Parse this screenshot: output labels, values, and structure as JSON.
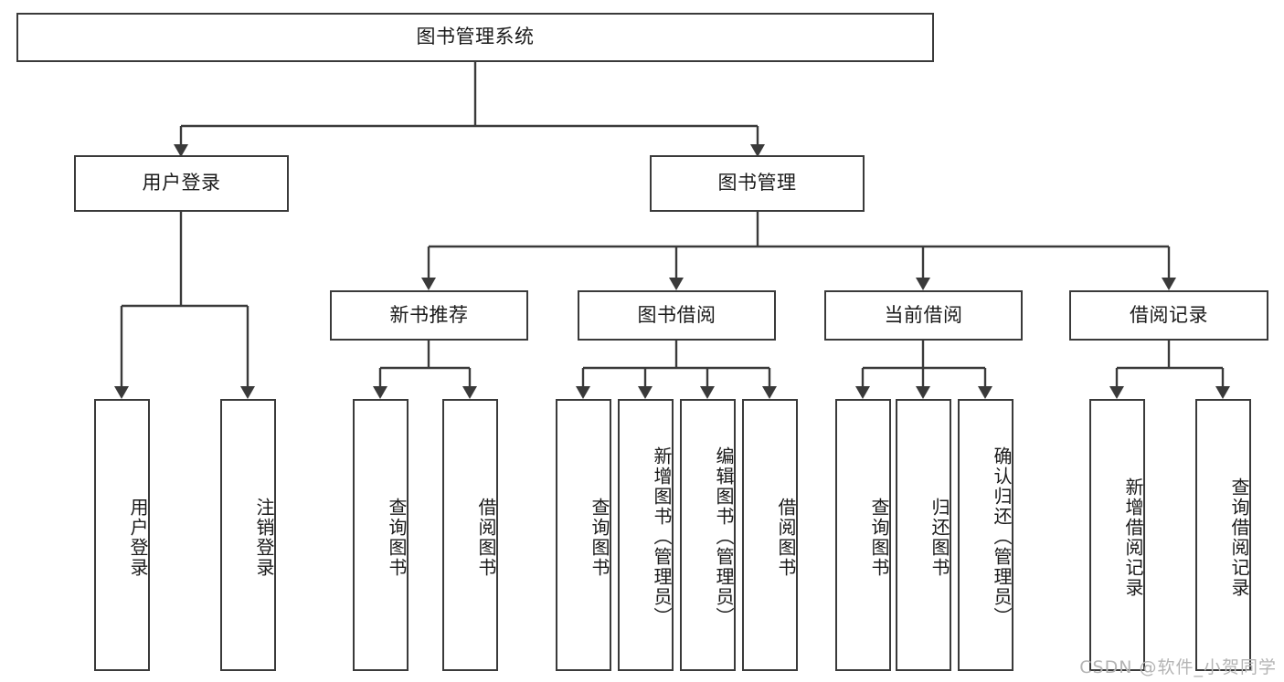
{
  "diagram": {
    "title": "图书管理系统",
    "type": "tree-hierarchy",
    "root": {
      "label": "图书管理系统"
    },
    "level2": [
      {
        "id": "user-login",
        "label": "用户登录"
      },
      {
        "id": "book-management",
        "label": "图书管理"
      }
    ],
    "level3": [
      {
        "id": "new-book-recommend",
        "label": "新书推荐",
        "parent": "book-management"
      },
      {
        "id": "book-borrow",
        "label": "图书借阅",
        "parent": "book-management"
      },
      {
        "id": "current-borrow",
        "label": "当前借阅",
        "parent": "book-management"
      },
      {
        "id": "borrow-record",
        "label": "借阅记录",
        "parent": "book-management"
      }
    ],
    "leaves": {
      "user_login": [
        {
          "id": "leaf-user-login",
          "label": "用户登录"
        },
        {
          "id": "leaf-logout-login",
          "label": "注销登录"
        }
      ],
      "new_book_recommend": [
        {
          "id": "leaf-query-book-1",
          "label": "查询图书"
        },
        {
          "id": "leaf-borrow-book-1",
          "label": "借阅图书"
        }
      ],
      "book_borrow": [
        {
          "id": "leaf-query-book-2",
          "label": "查询图书"
        },
        {
          "id": "leaf-add-book-admin",
          "label": "新增图书（管理员）"
        },
        {
          "id": "leaf-edit-book-admin",
          "label": "编辑图书（管理员）"
        },
        {
          "id": "leaf-borrow-book-2",
          "label": "借阅图书"
        }
      ],
      "current_borrow": [
        {
          "id": "leaf-query-book-3",
          "label": "查询图书"
        },
        {
          "id": "leaf-return-book",
          "label": "归还图书"
        },
        {
          "id": "leaf-confirm-return-admin",
          "label": "确认归还（管理员）"
        }
      ],
      "borrow_record": [
        {
          "id": "leaf-add-borrow-record",
          "label": "新增借阅记录"
        },
        {
          "id": "leaf-query-borrow-record",
          "label": "查询借阅记录"
        }
      ]
    }
  },
  "watermark": {
    "text": "CSDN @软件_小贺同学"
  },
  "colors": {
    "stroke": "#3a3a3a",
    "box_fill": "#ffffff",
    "text": "#1a1a1a",
    "watermark": "#b4b4b4",
    "background": "#ffffff"
  }
}
